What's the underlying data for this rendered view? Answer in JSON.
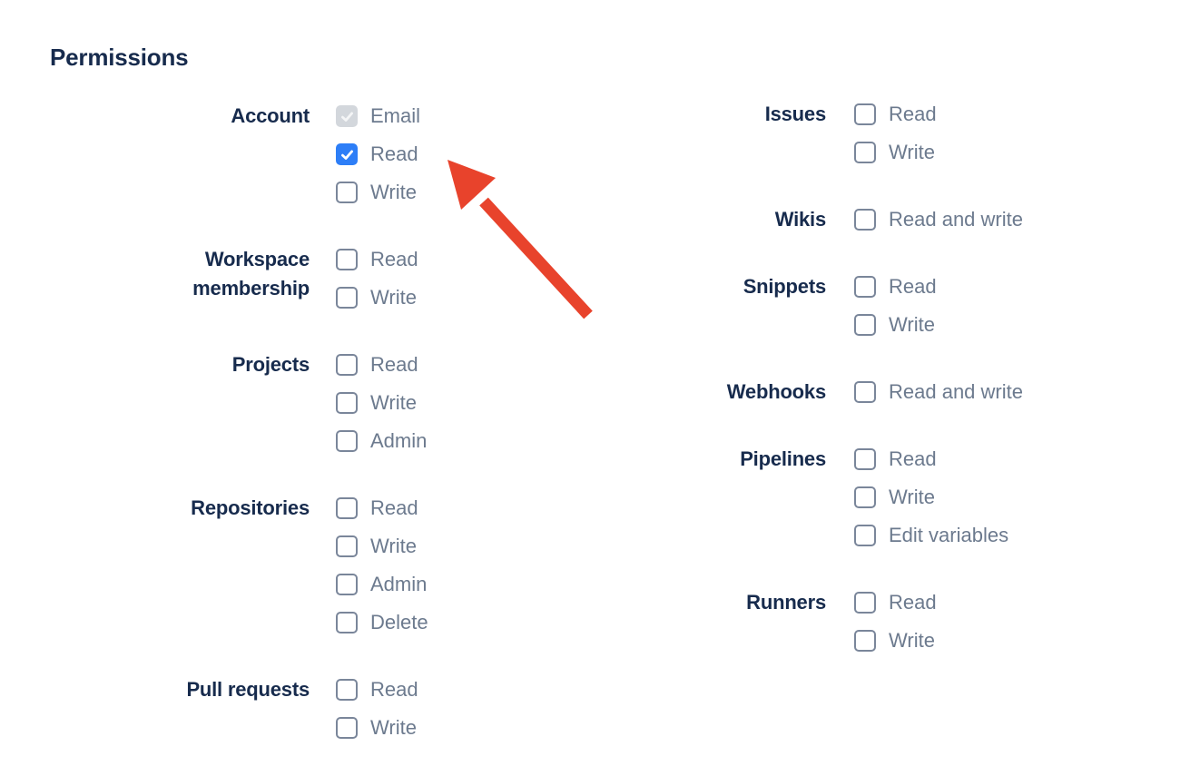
{
  "heading": "Permissions",
  "colors": {
    "heading_text": "#172B4D",
    "group_label_text": "#172B4D",
    "option_text": "#6C7A8E",
    "checkbox_border": "#7A869A",
    "checkbox_checked_fill": "#2D7EF7",
    "checkbox_disabled_fill": "#D3D7DC",
    "annotation_arrow": "#E8432C"
  },
  "permissions": {
    "left": [
      {
        "label": "Account",
        "options": [
          {
            "label": "Email",
            "state": "checked-disabled"
          },
          {
            "label": "Read",
            "state": "checked"
          },
          {
            "label": "Write",
            "state": "unchecked"
          }
        ]
      },
      {
        "label": "Workspace membership",
        "options": [
          {
            "label": "Read",
            "state": "unchecked"
          },
          {
            "label": "Write",
            "state": "unchecked"
          }
        ]
      },
      {
        "label": "Projects",
        "options": [
          {
            "label": "Read",
            "state": "unchecked"
          },
          {
            "label": "Write",
            "state": "unchecked"
          },
          {
            "label": "Admin",
            "state": "unchecked"
          }
        ]
      },
      {
        "label": "Repositories",
        "options": [
          {
            "label": "Read",
            "state": "unchecked"
          },
          {
            "label": "Write",
            "state": "unchecked"
          },
          {
            "label": "Admin",
            "state": "unchecked"
          },
          {
            "label": "Delete",
            "state": "unchecked"
          }
        ]
      },
      {
        "label": "Pull requests",
        "options": [
          {
            "label": "Read",
            "state": "unchecked"
          },
          {
            "label": "Write",
            "state": "unchecked"
          }
        ]
      }
    ],
    "right": [
      {
        "label": "Issues",
        "options": [
          {
            "label": "Read",
            "state": "unchecked"
          },
          {
            "label": "Write",
            "state": "unchecked"
          }
        ]
      },
      {
        "label": "Wikis",
        "options": [
          {
            "label": "Read and write",
            "state": "unchecked"
          }
        ]
      },
      {
        "label": "Snippets",
        "options": [
          {
            "label": "Read",
            "state": "unchecked"
          },
          {
            "label": "Write",
            "state": "unchecked"
          }
        ]
      },
      {
        "label": "Webhooks",
        "options": [
          {
            "label": "Read and write",
            "state": "unchecked"
          }
        ]
      },
      {
        "label": "Pipelines",
        "options": [
          {
            "label": "Read",
            "state": "unchecked"
          },
          {
            "label": "Write",
            "state": "unchecked"
          },
          {
            "label": "Edit variables",
            "state": "unchecked"
          }
        ]
      },
      {
        "label": "Runners",
        "options": [
          {
            "label": "Read",
            "state": "unchecked"
          },
          {
            "label": "Write",
            "state": "unchecked"
          }
        ]
      }
    ]
  }
}
